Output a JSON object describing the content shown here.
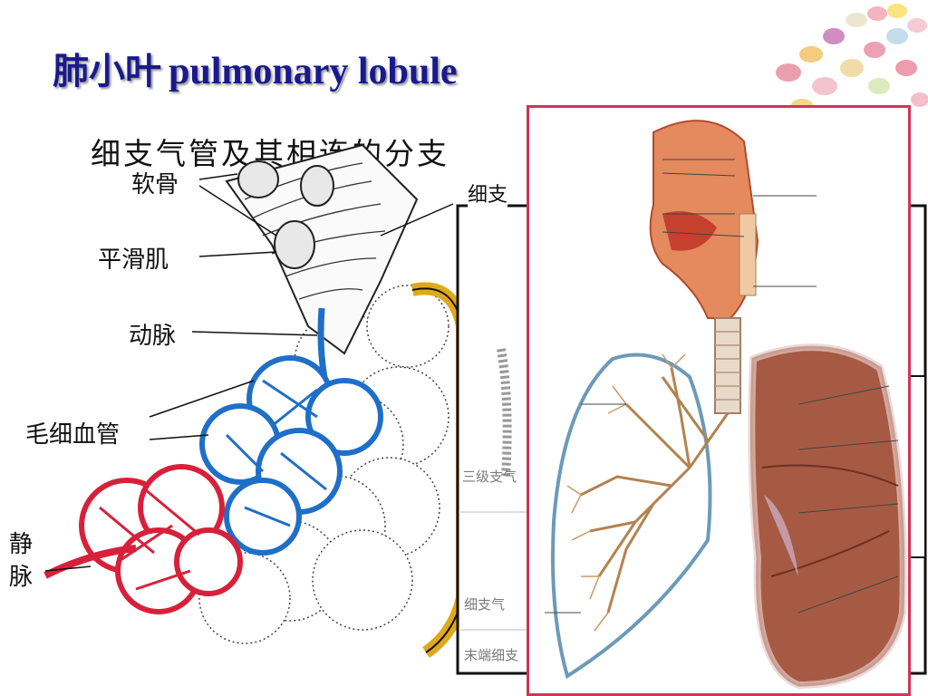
{
  "title": {
    "zh": "肺小叶",
    "en": "pulmonary lobule"
  },
  "subtitle": "细支气管及其相连的分支",
  "labels": {
    "cartilage": "软骨",
    "smooth_muscle": "平滑肌",
    "artery": "动脉",
    "capillary": "毛细血管",
    "vein": "静脉",
    "bronchiole": "细支"
  },
  "box_labels": [
    "三级支气",
    "细支气",
    "末端细支"
  ],
  "colors": {
    "title": "#1a1a8c",
    "artery_blue": "#1f6fc8",
    "vein_red": "#d8203a",
    "pleura_gold": "#e0a81c",
    "photo_border": "#d2335a",
    "lung_brown": "#a65a43"
  }
}
